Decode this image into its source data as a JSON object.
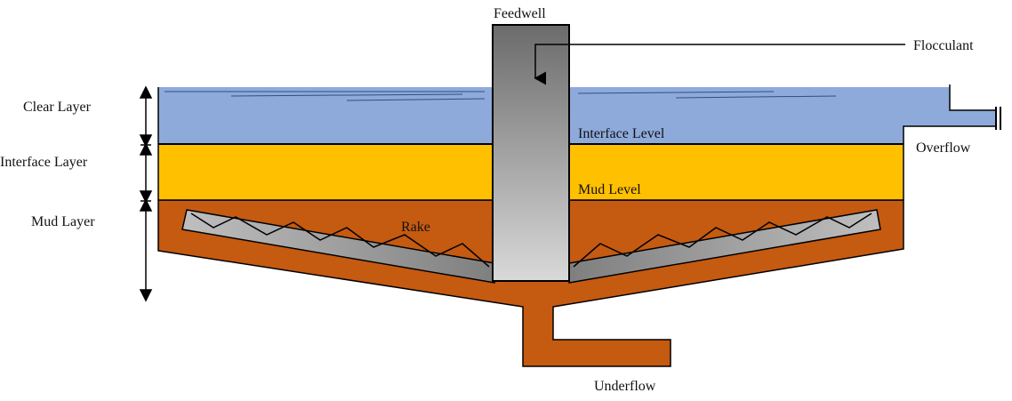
{
  "labels": {
    "feedwell": "Feedwell",
    "flocculant": "Flocculant",
    "clear_layer": "Clear Layer",
    "interface_layer": "Interface Layer",
    "mud_layer": "Mud Layer",
    "interface_level": "Interface Level",
    "mud_level": "Mud Level",
    "rake": "Rake",
    "overflow": "Overflow",
    "underflow": "Underflow"
  },
  "colors": {
    "clear_layer": "#8eaadb",
    "interface_layer": "#ffc000",
    "mud_layer": "#c55a11",
    "feedwell_dark": "#6b6b6b",
    "feedwell_light": "#d9d9d9",
    "rake_fill": "#8c8c8c",
    "outline": "#000000"
  }
}
